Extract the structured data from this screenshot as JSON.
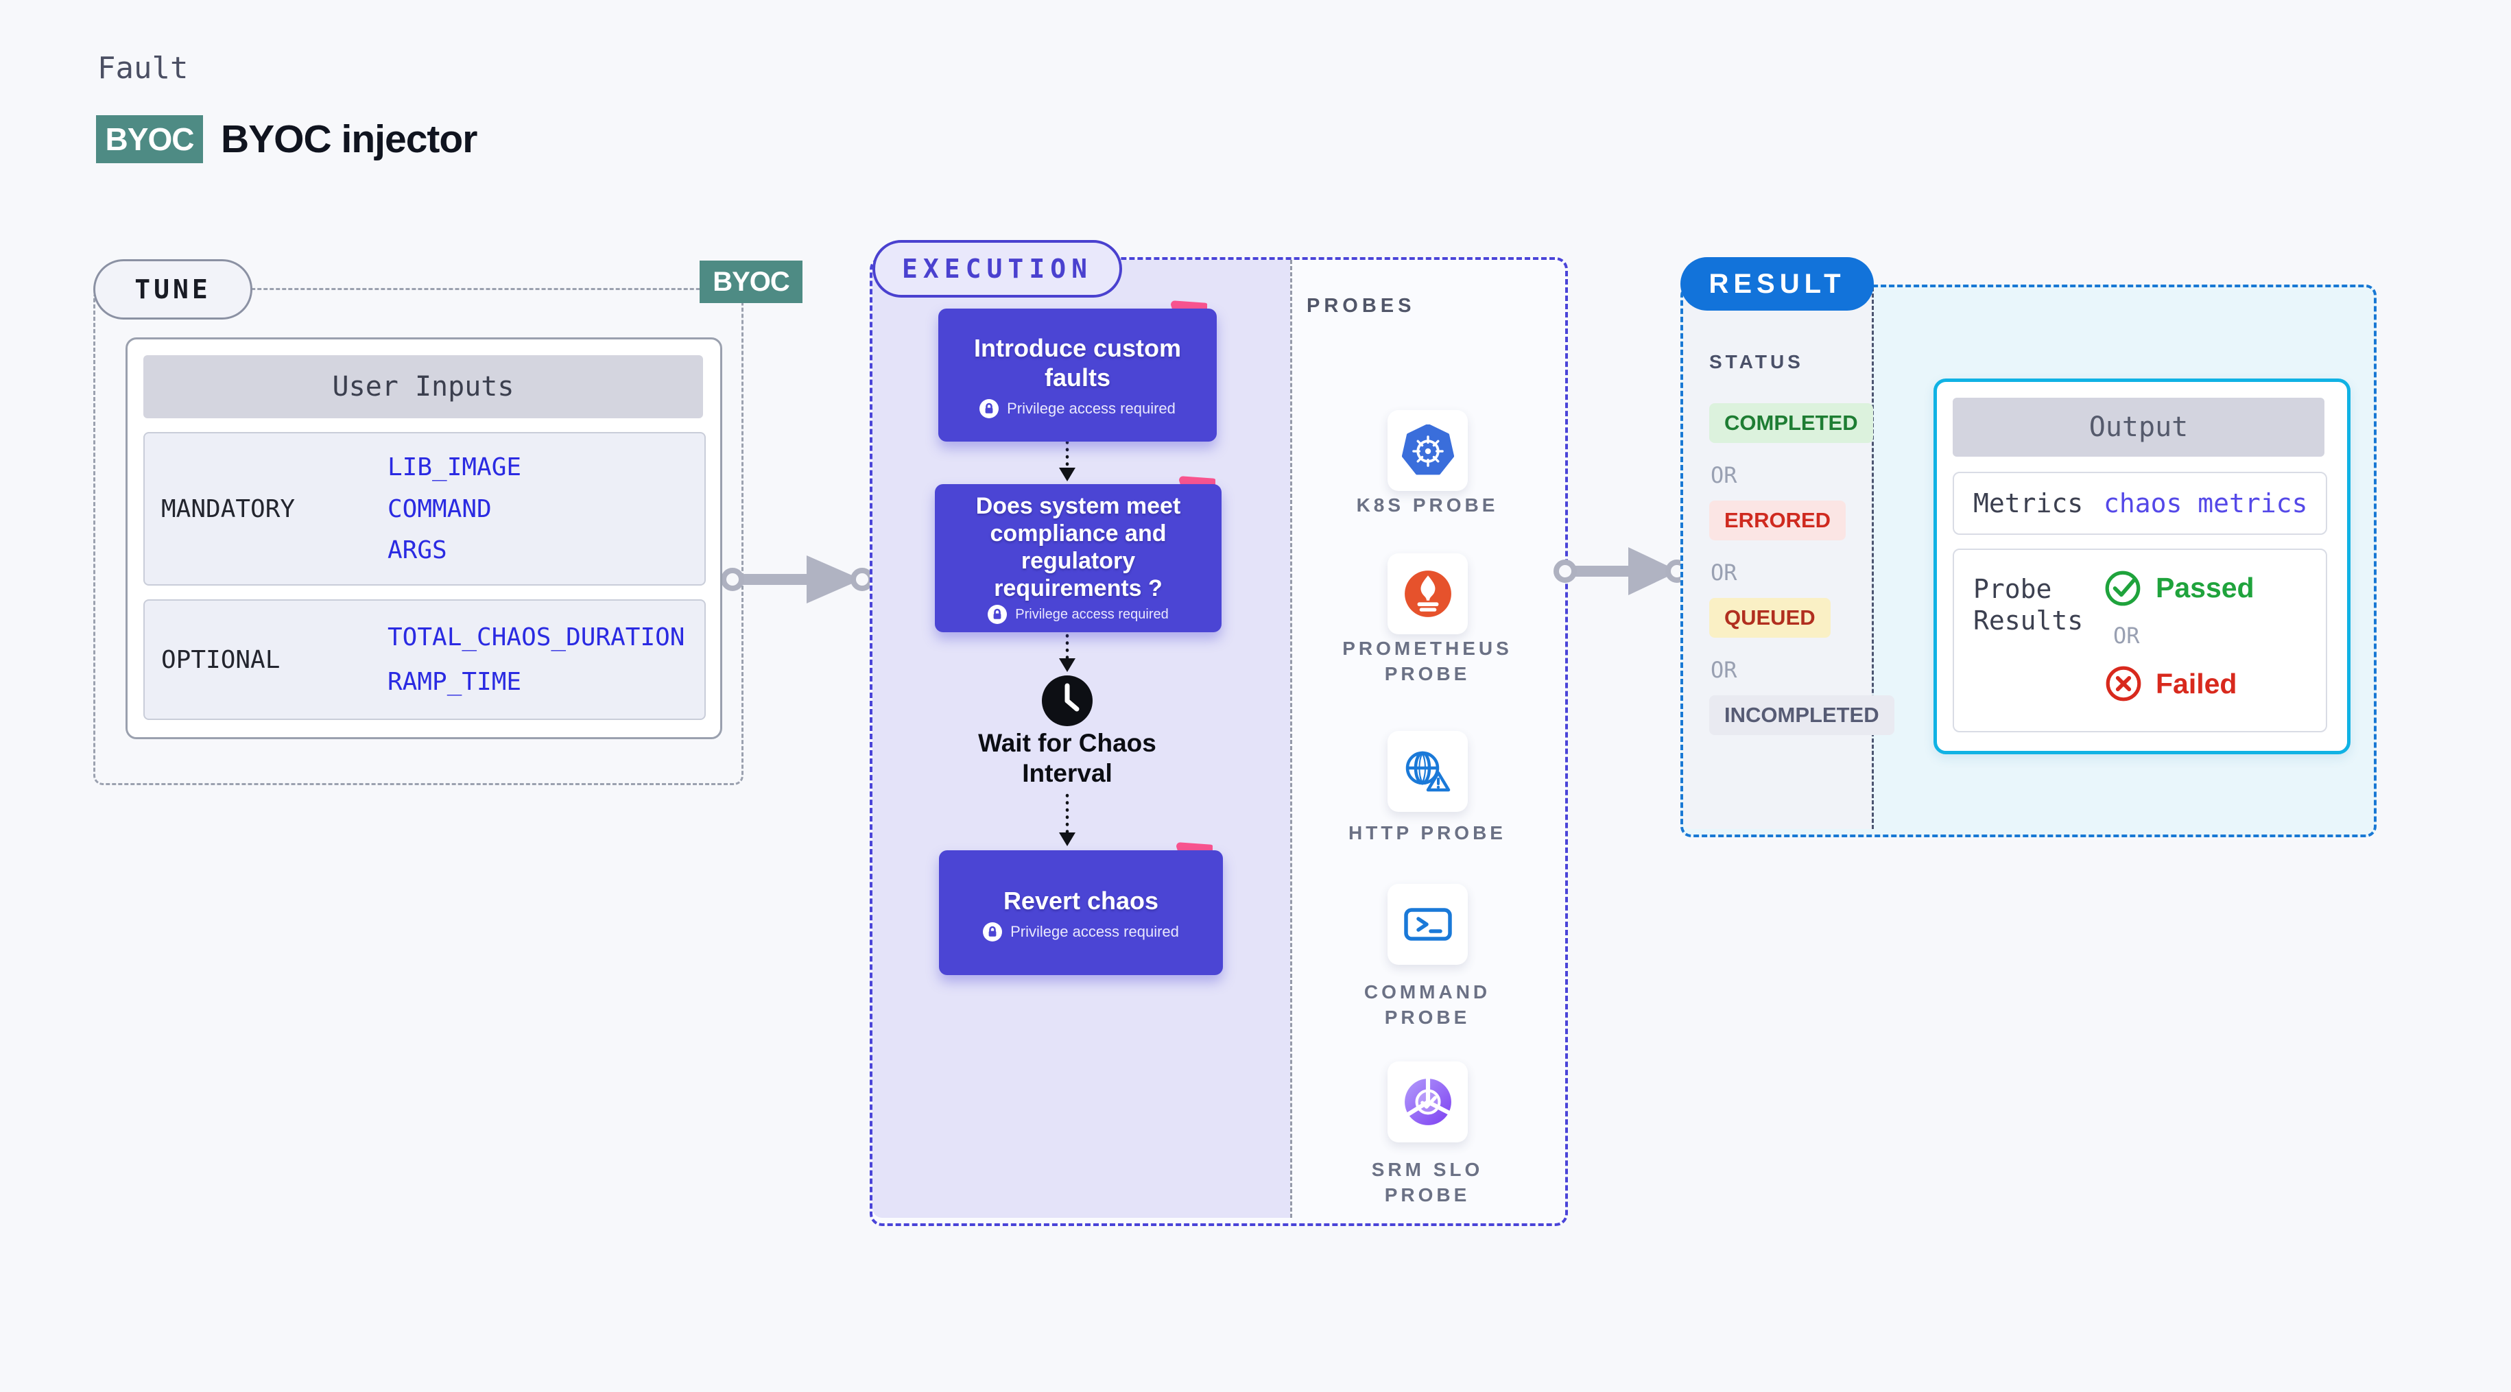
{
  "header": {
    "eyebrow": "Fault",
    "badge": "BYOC",
    "title": "BYOC injector"
  },
  "tune": {
    "pill": "TUNE",
    "byoc_tag": "BYOC",
    "table": {
      "header": "User Inputs",
      "mandatory_label": "MANDATORY",
      "mandatory_values": [
        "LIB_IMAGE",
        "COMMAND",
        "ARGS"
      ],
      "optional_label": "OPTIONAL",
      "optional_values": [
        "TOTAL_CHAOS_DURATION",
        "RAMP_TIME"
      ]
    }
  },
  "execution": {
    "pill": "EXECUTION",
    "step1": "Introduce custom faults",
    "step2": "Does system meet compliance and regulatory requirements ?",
    "wait": "Wait for Chaos Interval",
    "step3": "Revert chaos",
    "privilege": "Privilege access required"
  },
  "probes": {
    "label": "PROBES",
    "items": [
      {
        "name": "K8S PROBE",
        "icon": "kubernetes-icon"
      },
      {
        "name": "PROMETHEUS PROBE",
        "icon": "prometheus-icon"
      },
      {
        "name": "HTTP PROBE",
        "icon": "globe-warning-icon"
      },
      {
        "name": "COMMAND PROBE",
        "icon": "terminal-icon"
      },
      {
        "name": "SRM SLO PROBE",
        "icon": "slo-gauge-icon"
      }
    ]
  },
  "result": {
    "pill": "RESULT",
    "status_title": "STATUS",
    "or": "OR",
    "statuses": [
      {
        "label": "COMPLETED",
        "fg": "#1e7d33",
        "bg": "#dcf2dd"
      },
      {
        "label": "ERRORED",
        "fg": "#cf2a1f",
        "bg": "#fbe5e4"
      },
      {
        "label": "QUEUED",
        "fg": "#b12f1f",
        "bg": "#faf0c5"
      },
      {
        "label": "INCOMPLETED",
        "fg": "#565b74",
        "bg": "#e9eaf1"
      }
    ],
    "output": {
      "header": "Output",
      "metrics_label": "Metrics",
      "metrics_value": "chaos metrics",
      "probe_results_label": "Probe Results",
      "passed": "Passed",
      "failed": "Failed"
    }
  },
  "colors": {
    "accent_indigo": "#4a44d8",
    "accent_blue": "#1273da",
    "teal_badge": "#4e8b84",
    "purple_node": "#4b45d4",
    "pink_icon": "#f9548e",
    "cyan_border": "#10b2e4",
    "value_blue": "#2a2ae2",
    "passed_green": "#1fa33c",
    "failed_red": "#d8291d"
  }
}
